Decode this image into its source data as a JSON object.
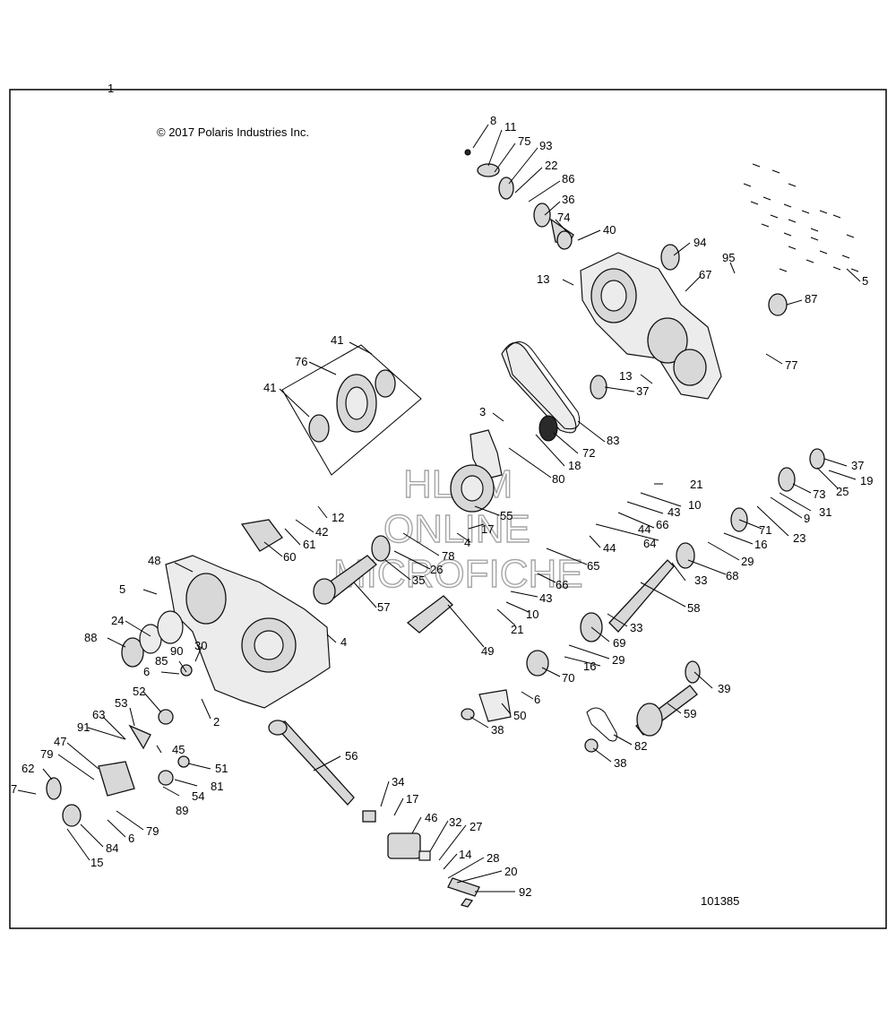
{
  "copyright": "© 2017 Polaris Industries Inc.",
  "assembly_number": "1",
  "figure_number": "101385",
  "watermark": [
    "HLSM",
    "ONLINE",
    "MICROFICHE"
  ],
  "callouts": [
    "2",
    "3",
    "4",
    "5",
    "6",
    "7",
    "8",
    "9",
    "10",
    "11",
    "12",
    "13",
    "14",
    "15",
    "16",
    "17",
    "18",
    "19",
    "20",
    "21",
    "22",
    "23",
    "24",
    "25",
    "26",
    "27",
    "28",
    "29",
    "30",
    "31",
    "32",
    "33",
    "34",
    "35",
    "36",
    "37",
    "38",
    "39",
    "40",
    "41",
    "42",
    "43",
    "44",
    "45",
    "46",
    "47",
    "48",
    "49",
    "50",
    "51",
    "52",
    "53",
    "54",
    "55",
    "56",
    "57",
    "58",
    "59",
    "60",
    "61",
    "62",
    "63",
    "64",
    "65",
    "66",
    "67",
    "68",
    "69",
    "70",
    "71",
    "72",
    "73",
    "74",
    "75",
    "76",
    "77",
    "78",
    "79",
    "80",
    "81",
    "82",
    "83",
    "84",
    "85",
    "86",
    "87",
    "88",
    "89",
    "90",
    "91",
    "92",
    "93",
    "94",
    "95"
  ]
}
